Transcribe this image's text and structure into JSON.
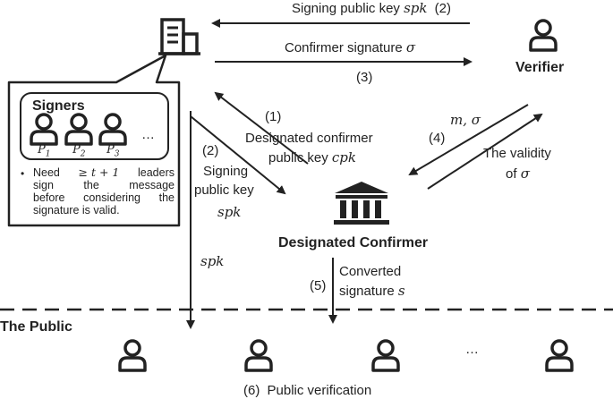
{
  "labels": {
    "msg_2_top": {
      "text": "Signing public key",
      "var": "spk",
      "num": "(2)"
    },
    "msg_3_top": {
      "text": "Confirmer signature",
      "var": "σ",
      "num": "(3)"
    },
    "verifier": "Verifier",
    "signers_title": "Signers",
    "signers": [
      {
        "sym": "P",
        "sub": "1"
      },
      {
        "sym": "P",
        "sub": "2"
      },
      {
        "sym": "P",
        "sub": "3"
      }
    ],
    "signers_ellipsis": "…",
    "bullet": {
      "line1_a": "Need",
      "line1_b": "≥ t + 1",
      "line1_c": "leaders",
      "line2_a": "sign",
      "line2_b": "the",
      "line2_c": "message",
      "line3_a": "before",
      "line3_b": "considering",
      "line3_c": "the",
      "line4": "signature is valid."
    },
    "msg_1": {
      "num": "(1)",
      "line1": "Designated confirmer",
      "line2": "public key",
      "var": "cpk"
    },
    "msg_2_left": {
      "num": "(2)",
      "line1": "Signing",
      "line2": "public key",
      "var": "spk"
    },
    "msg_4": {
      "num": "(4)",
      "vars": "m, σ",
      "line1": "The validity",
      "line2_a": "of",
      "var": "σ"
    },
    "confirmer": "Designated Confirmer",
    "spk_down": "spk",
    "msg_5": {
      "num": "(5)",
      "line1": "Converted",
      "line2": "signature",
      "var": "s"
    },
    "public": "The Public",
    "public_ellipsis": "…",
    "msg_6": {
      "num": "(6)",
      "text": "Public verification"
    }
  },
  "icons": [
    "building-icon",
    "person-icon",
    "bank-icon"
  ],
  "colors": {
    "ink": "#222222",
    "background": "#ffffff"
  }
}
